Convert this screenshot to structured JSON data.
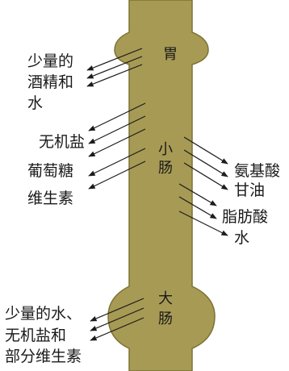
{
  "colors": {
    "tract_fill": "#a79a54",
    "tract_stroke": "#7d7233",
    "text": "#1a1a1a",
    "background": "#ffffff"
  },
  "organs": {
    "stomach": "胃",
    "small_intestine": [
      "小",
      "肠"
    ],
    "large_intestine": [
      "大",
      "肠"
    ]
  },
  "stomach_absorbs": [
    "少量的",
    "酒精和",
    "水"
  ],
  "small_intestine_absorbs_left": [
    "无机盐",
    "葡萄糖",
    "维生素"
  ],
  "small_intestine_absorbs_right": [
    "氨基酸",
    "甘油",
    "脂肪酸",
    "水"
  ],
  "large_intestine_absorbs": [
    "少量的水、",
    "无机盐和",
    "部分维生素"
  ]
}
